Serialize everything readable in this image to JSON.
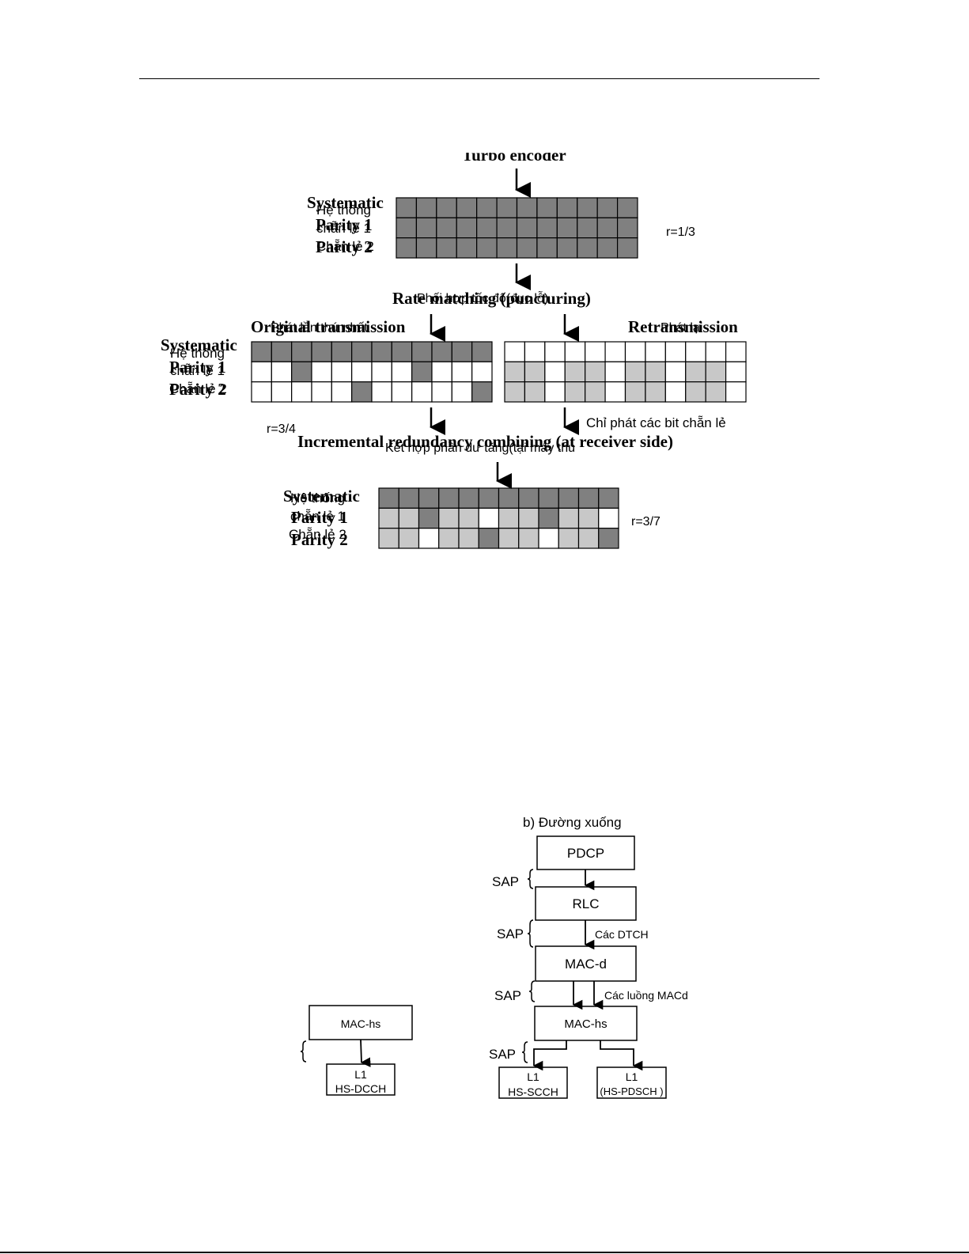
{
  "hr_top": "",
  "fig1": {
    "title": "Turbo encoder",
    "block1": {
      "rows_en": [
        "Systematic",
        "Parity 1",
        "Parity 2"
      ],
      "rows_vi": [
        "Hệ thống",
        "chẵn lẻ 1",
        "Chẵn lẻ 2"
      ],
      "rate": "r=1/3"
    },
    "rate_matching_en": "Rate matching (puncturing)",
    "rate_matching_vi": "Phối hợp tốc độ(đục lỗ)",
    "original_en": "Original transmission",
    "original_vi": "Phát lần thứ nhất",
    "retrans_en": "Retransmission",
    "retrans_vi": "Phát lại",
    "block2": {
      "rows_en": [
        "Systematic",
        "Parity 1",
        "Parity 2"
      ],
      "rows_vi": [
        "Hệ thống",
        "chẵn lẻ 1",
        "Chẵn lẻ 2"
      ],
      "rate": "r=3/4"
    },
    "parity_only_note": "Chỉ phát các bit chẵn lẻ",
    "combining_en": "Incremental redundancy combining (at receiver side)",
    "combining_vi": "Kết hợp phần dư tăng(tại máy thu",
    "block3": {
      "rows_en": [
        "Systematic",
        "Parity 1",
        "Parity 2"
      ],
      "rows_vi": [
        "Hệ thống",
        "chẵn lẻ 1",
        "Chẵn lẻ 2"
      ],
      "rate": "r=3/7"
    },
    "grids": {
      "g1": [
        "DDDDDDDDDDDD",
        "DDDDDDDDDDDD",
        "DDDDDDDDDDDD"
      ],
      "g2": [
        "DDDDDDDDDDDD",
        "WWDWWWWWDWWW",
        "WWWWWDWWWWWD"
      ],
      "g3": [
        "WWWWWWWWWWWW",
        "LLWLLWLLWLLW",
        "LLWLLWLLWLLW"
      ],
      "g4": [
        "DDDDDDDDDDDD",
        "LLDLLWLLDLLW",
        "LLWLLDLLWLLD"
      ]
    },
    "colors": {
      "dark": "#808080",
      "light": "#c8c8c8",
      "white": "#ffffff"
    }
  },
  "fig2": {
    "title": "b) Đường xuống",
    "pdcp": "PDCP",
    "rlc": "RLC",
    "macd": "MAC-d",
    "machs": "MAC-hs",
    "sap": [
      "SAP",
      "SAP",
      "SAP",
      "SAP"
    ],
    "dtch": "Các DTCH",
    "macd_flows": "Các luồng MACd",
    "l1_a": "L1",
    "l1_a_sub": "HS-SCCH",
    "l1_b": "L1",
    "l1_b_sub": "(HS-PDSCH )",
    "left_machs": "MAC-hs",
    "left_l1": "L1",
    "left_l1_sub": "HS-DCCH"
  }
}
